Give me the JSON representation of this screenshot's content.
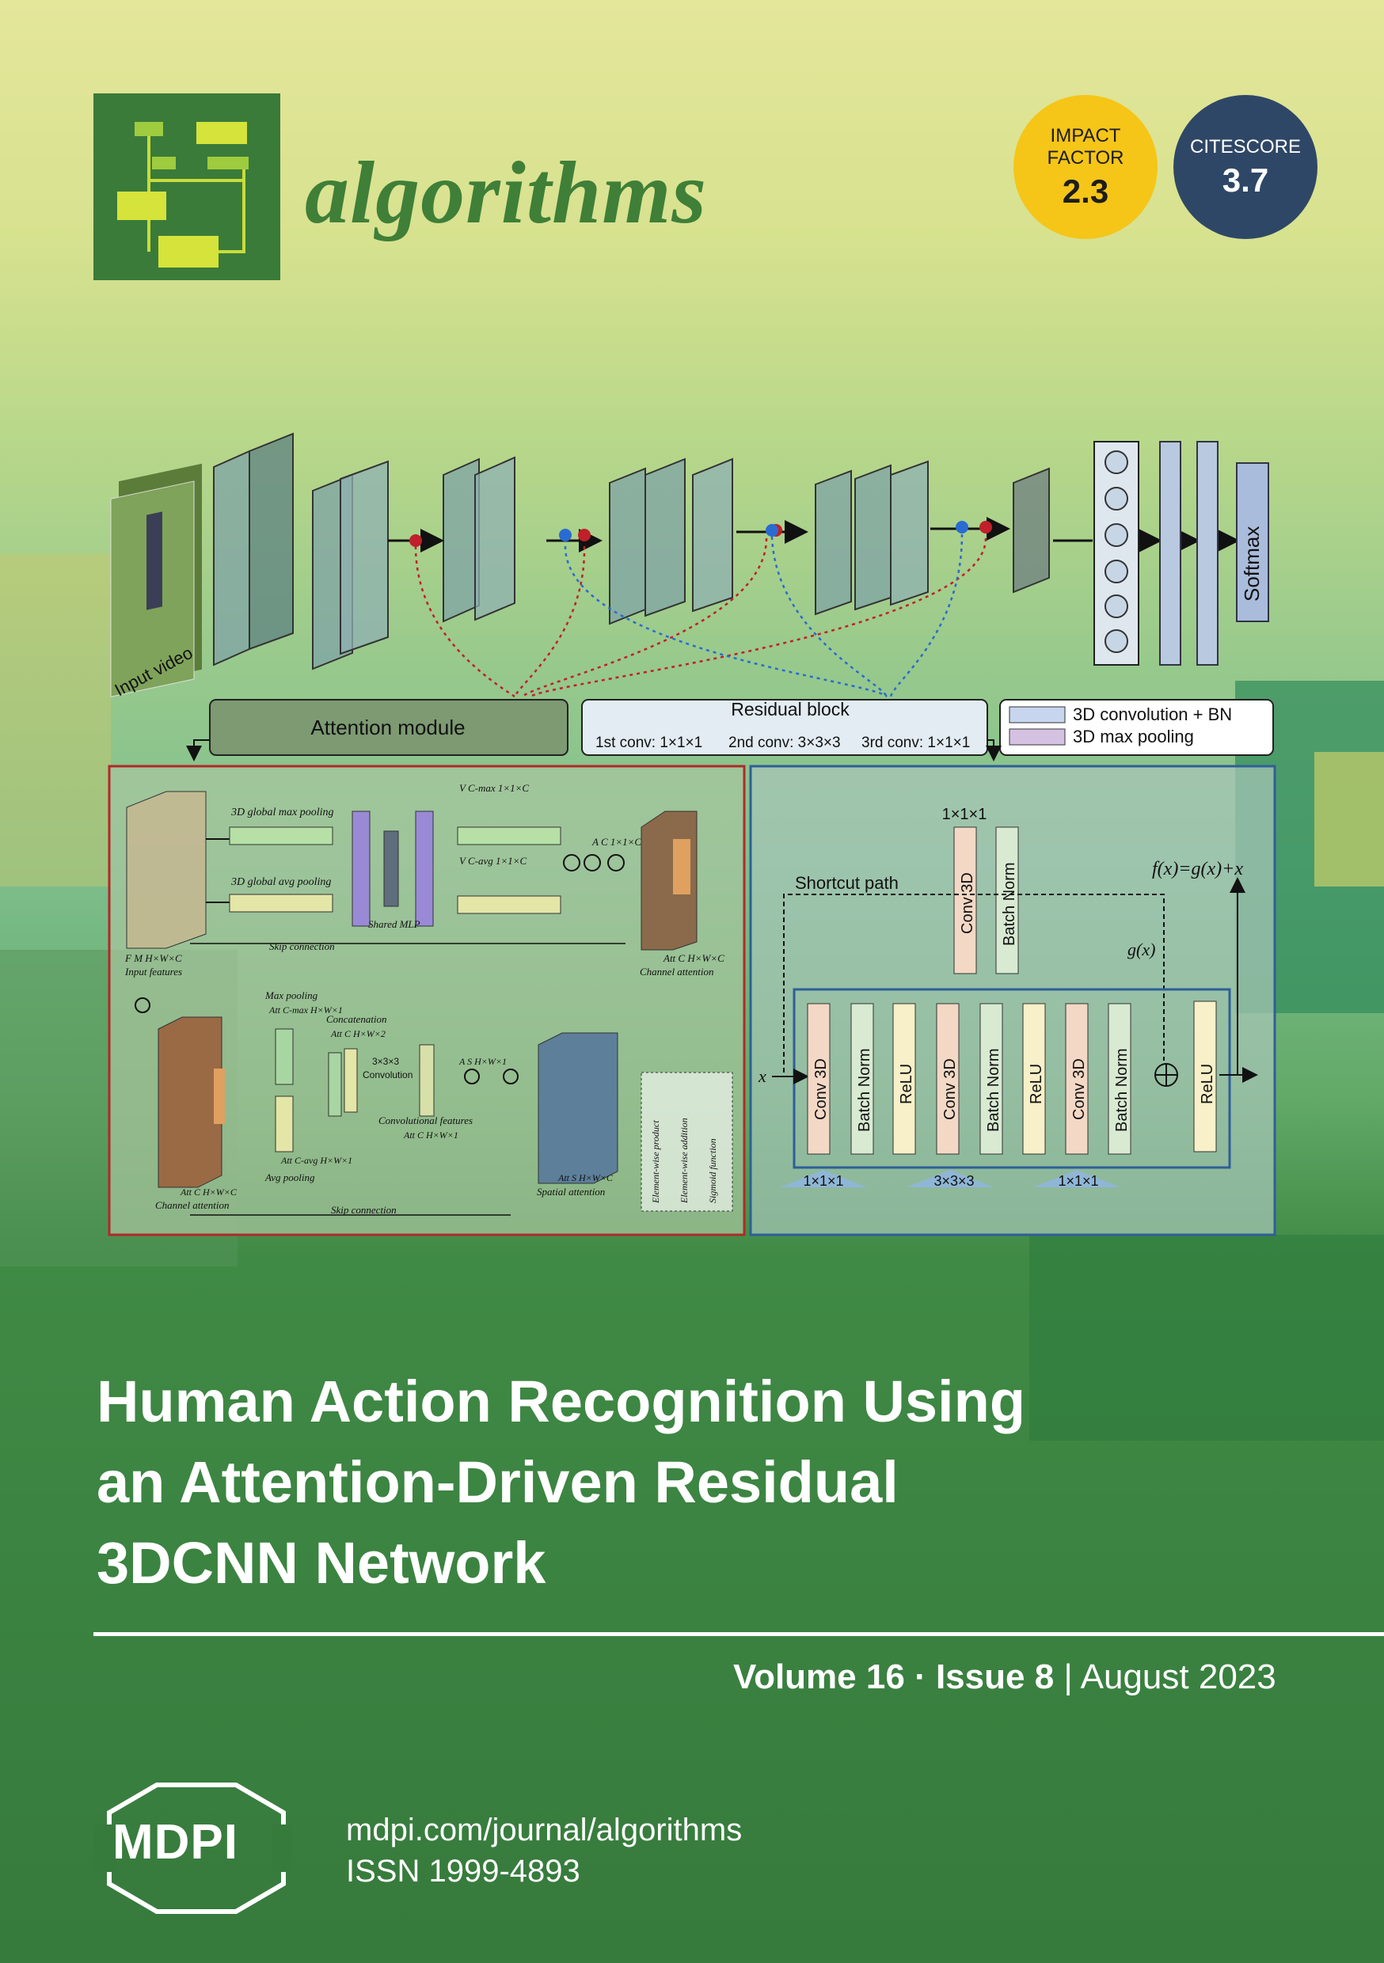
{
  "journal": {
    "name": "algorithms",
    "url": "mdpi.com/journal/algorithms",
    "issn": "ISSN 1999-4893",
    "publisher": "MDPI"
  },
  "metrics": {
    "impact_label_1": "IMPACT",
    "impact_label_2": "FACTOR",
    "impact_value": "2.3",
    "citescore_label": "CITESCORE",
    "citescore_value": "3.7"
  },
  "colors": {
    "journal_green": "#3f7f38",
    "impact_yellow": "#f5c518",
    "citescore_navy": "#2f4766"
  },
  "article": {
    "title_line_1": "Human Action Recognition Using",
    "title_line_2": "an Attention-Driven Residual",
    "title_line_3": "3DCNN Network"
  },
  "issue": {
    "volume": "Volume 16",
    "sep": "·",
    "issue": "Issue 8",
    "bar": "|",
    "date": "August 2023"
  },
  "diagram": {
    "input_video": "Input video",
    "softmax": "Softmax",
    "attention_module": "Attention module",
    "residual_block": "Residual block",
    "conv1": "1st conv: 1×1×1",
    "conv2": "2nd conv: 3×3×3",
    "conv3": "3rd conv: 1×1×1",
    "legend_conv": "3D convolution + BN",
    "legend_pool": "3D max pooling",
    "att": {
      "max_pool": "3D global max pooling",
      "avg_pool": "3D global avg pooling",
      "v_max": "V C-max 1×1×C",
      "v_avg": "V C-avg 1×1×C",
      "shared_mlp": "Shared MLP",
      "a_c": "A C 1×1×C",
      "skip1": "Skip connection",
      "input_features": "Input features",
      "fm": "F M H×W×C",
      "channel_att": "Channel attention",
      "att_c": "Att C H×W×C",
      "max_pooling": "Max pooling",
      "att_cmax": "Att C-max H×W×1",
      "concatenation": "Concatenation",
      "att_c2": "Att C H×W×2",
      "conv333": "3×3×3",
      "convolution": "Convolution",
      "a_s": "A S H×W×1",
      "conv_features": "Convolutional features",
      "att_c1": "Att C H×W×1",
      "att_cavg": "Att C-avg H×W×1",
      "avg_pooling": "Avg pooling",
      "channel_att2": "Channel attention",
      "spatial_att": "Spatial attention",
      "att_s": "Att S H×W×C",
      "skip2": "Skip connection",
      "leg1": "Element-wise product",
      "leg2": "Element-wise addition",
      "leg3": "Sigmoid function"
    },
    "res": {
      "shortcut": "Shortcut path",
      "top_kernel": "1×1×1",
      "fx": "f(x)=g(x)+x",
      "gx": "g(x)",
      "x": "x",
      "conv3d": "Conv 3D",
      "bn": "Batch Norm",
      "relu": "ReLU",
      "k1": "1×1×1",
      "k2": "3×3×3",
      "k3": "1×1×1"
    }
  }
}
